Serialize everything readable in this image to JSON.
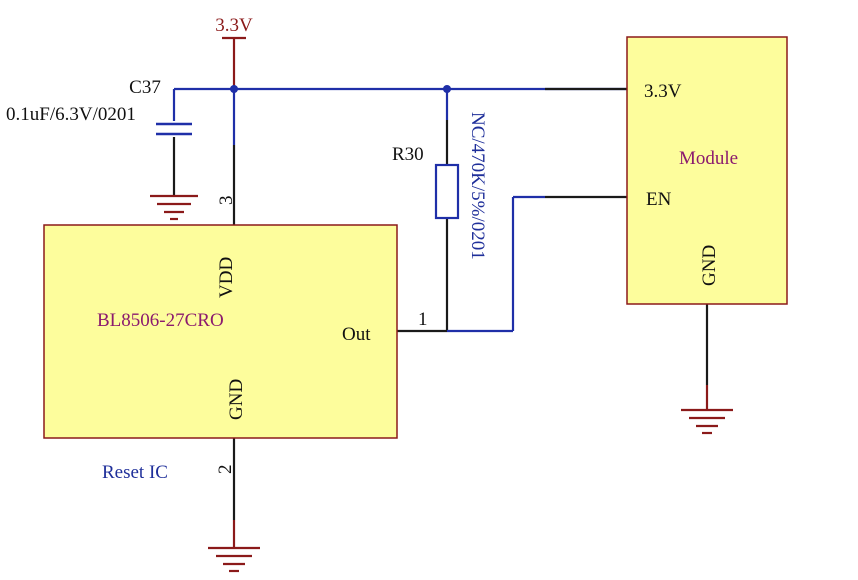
{
  "colors": {
    "wire_blue": "#1f2fa8",
    "wire_dark": "#1a1a1a",
    "ground_red": "#8b1a1a",
    "power_red": "#8b1a1a",
    "chip_fill": "#fdfd9c",
    "chip_border": "#8b1a1a",
    "text_black": "#111111",
    "text_blue": "#1f2f9a",
    "text_purple": "#8b1a6e",
    "text_red": "#8b1a1a"
  },
  "power": {
    "label": "3.3V"
  },
  "capacitor": {
    "ref": "C37",
    "value": "0.1uF/6.3V/0201"
  },
  "resistor": {
    "ref": "R30",
    "value": "NC/470K/5%/0201"
  },
  "reset_ic": {
    "name": "BL8506-27CRO",
    "caption": "Reset IC",
    "pin_vdd": "VDD",
    "pin_vdd_num": "3",
    "pin_gnd": "GND",
    "pin_gnd_num": "2",
    "pin_out": "Out",
    "pin_out_num": "1"
  },
  "module": {
    "name": "Module",
    "pin_power": "3.3V",
    "pin_en": "EN",
    "pin_gnd": "GND"
  }
}
